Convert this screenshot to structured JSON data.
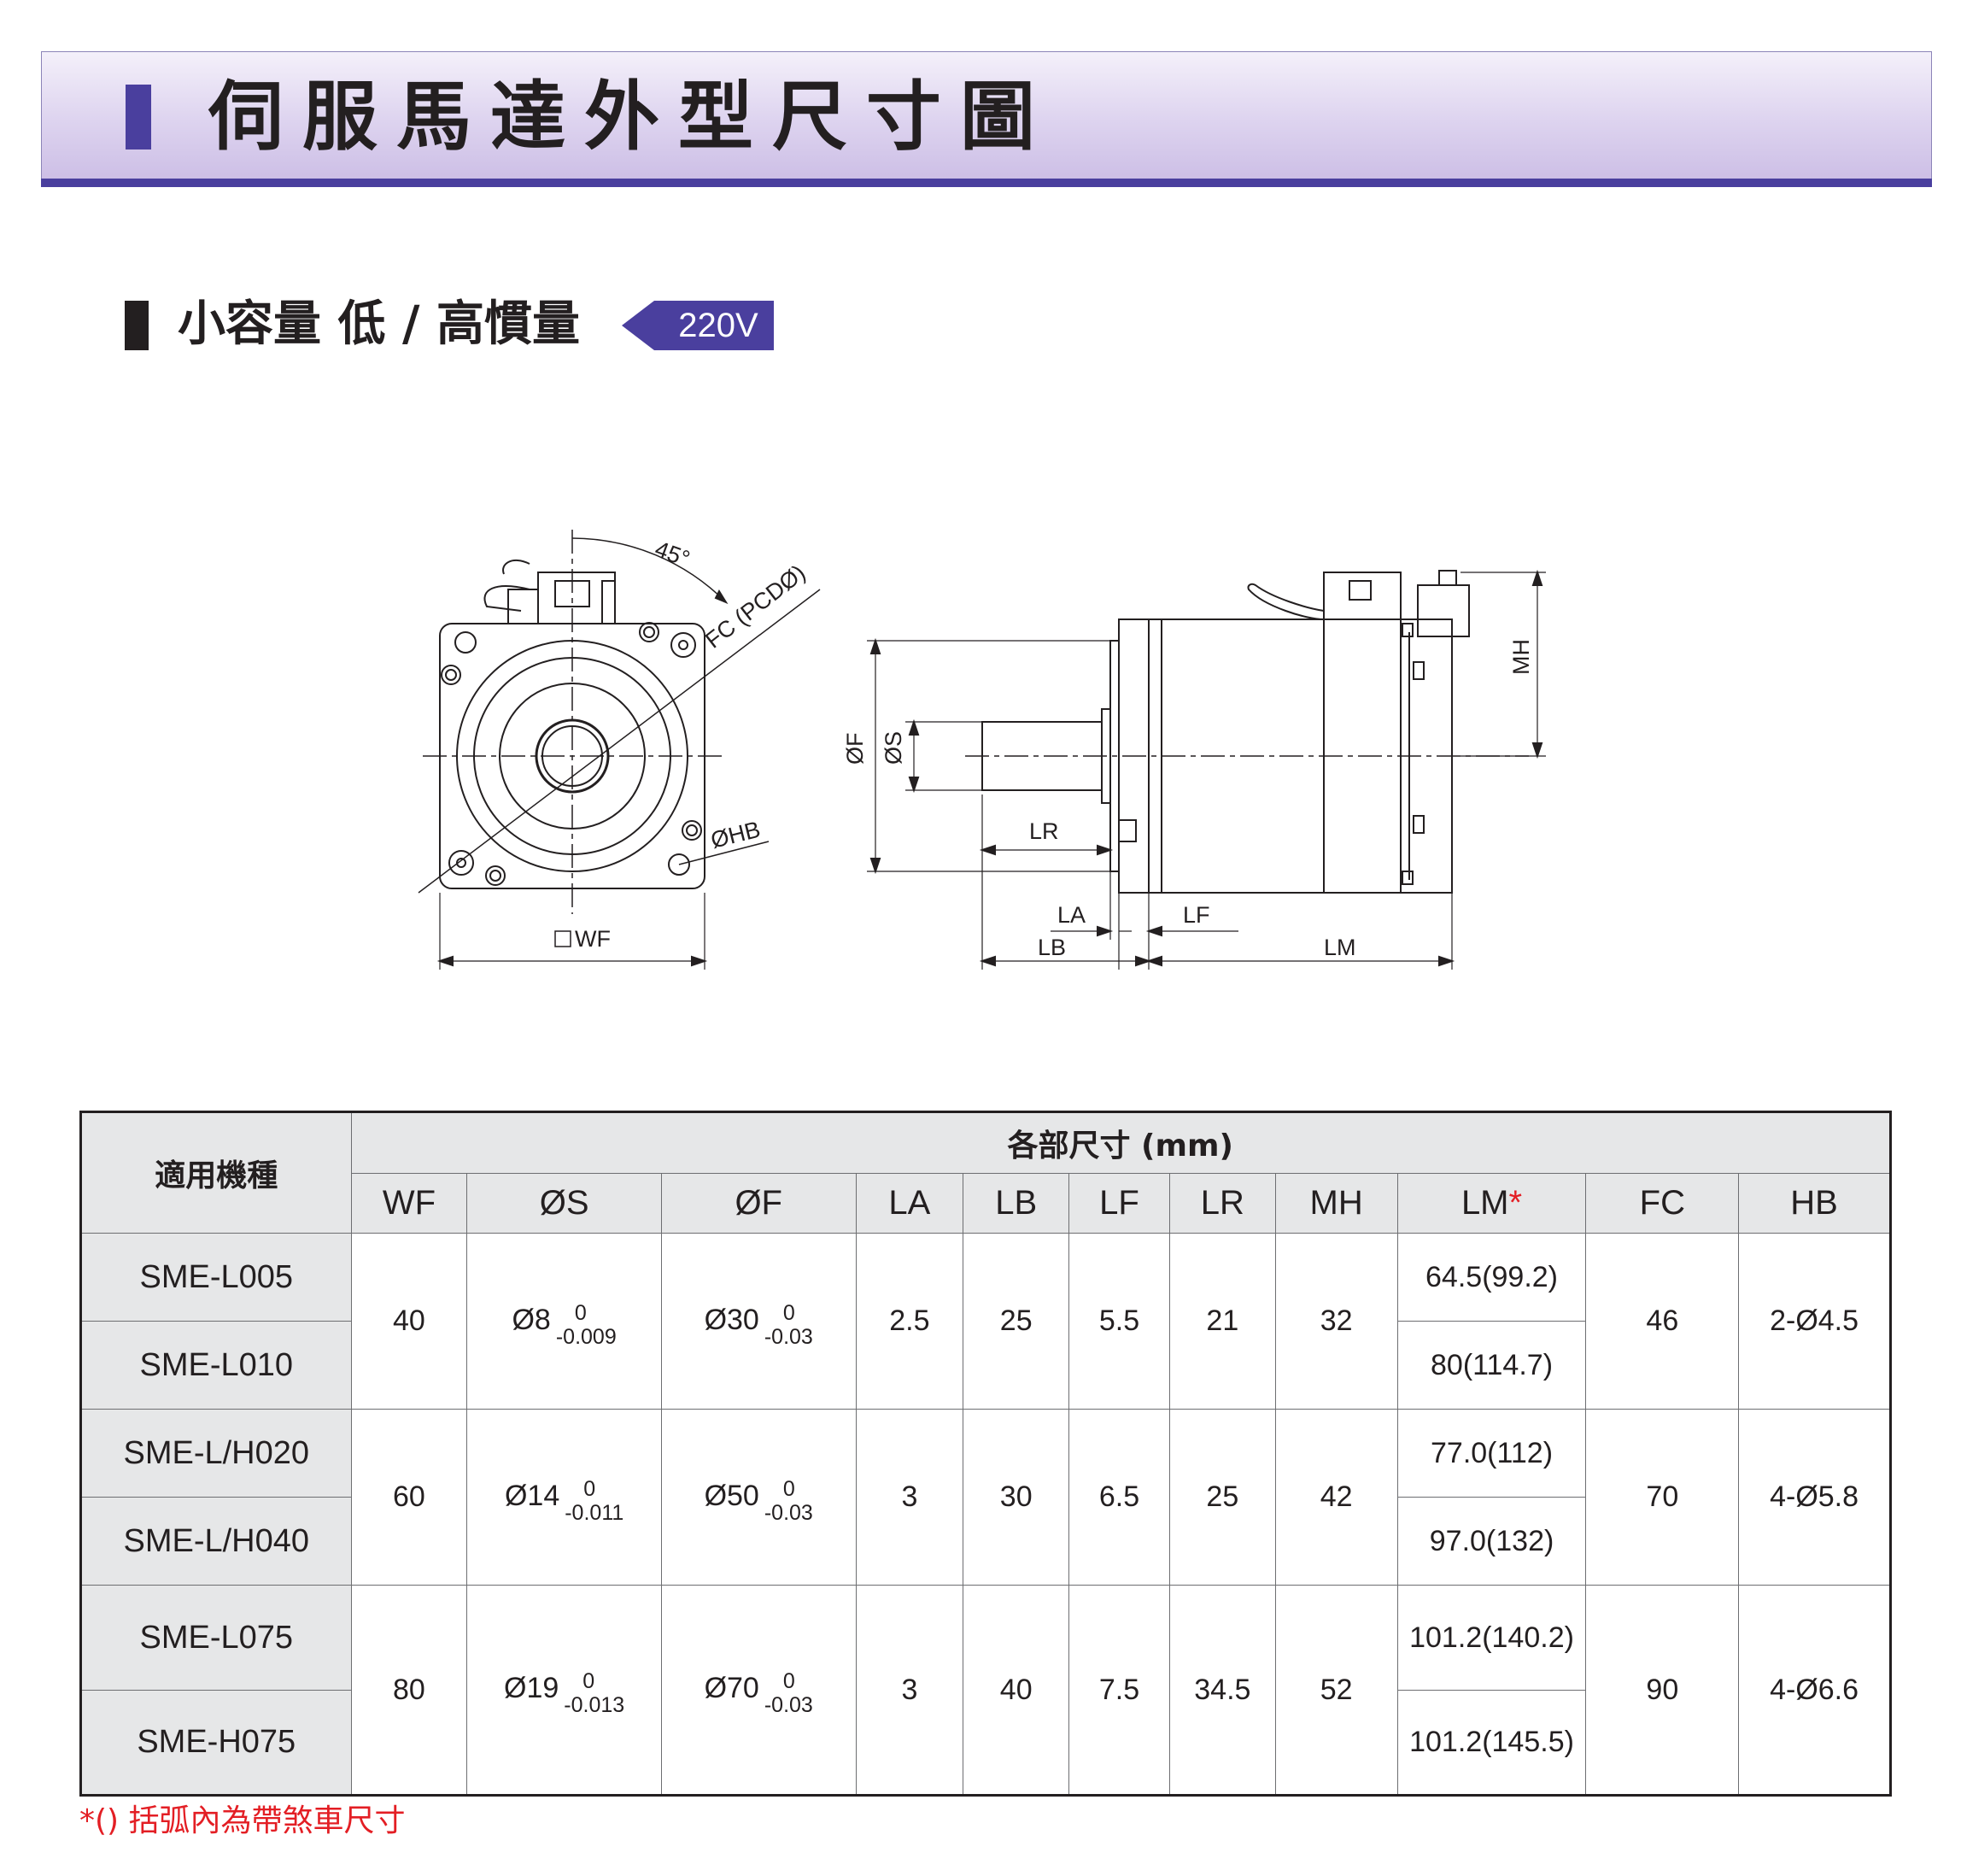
{
  "header": {
    "title": "伺服馬達外型尺寸圖"
  },
  "section": {
    "title": "小容量 低 / 高慣量",
    "voltage": "220V"
  },
  "drawing": {
    "front_labels": {
      "angle": "45°",
      "fc": "FC (PCDØ)",
      "hb": "ØHB",
      "wf": "WF"
    },
    "side_labels": {
      "f": "ØF",
      "s": "ØS",
      "mh": "MH",
      "lr": "LR",
      "la": "LA",
      "lf": "LF",
      "lb": "LB",
      "lm": "LM"
    }
  },
  "table": {
    "model_header": "適用機種",
    "group_header": "各部尺寸 (mm)",
    "columns": [
      "WF",
      "ØS",
      "ØF",
      "LA",
      "LB",
      "LF",
      "LR",
      "MH",
      "LM",
      "FC",
      "HB"
    ],
    "lm_mark": "*",
    "groups": [
      {
        "models": [
          "SME-L005",
          "SME-L010"
        ],
        "wf": "40",
        "s": {
          "base": "Ø8",
          "upper": "0",
          "lower": "-0.009"
        },
        "f": {
          "base": "Ø30",
          "upper": "0",
          "lower": "-0.03"
        },
        "la": "2.5",
        "lb": "25",
        "lf": "5.5",
        "lr": "21",
        "mh": "32",
        "lm": [
          "64.5(99.2)",
          "80(114.7)"
        ],
        "fc": "46",
        "hb": "2-Ø4.5"
      },
      {
        "models": [
          "SME-L/H020",
          "SME-L/H040"
        ],
        "wf": "60",
        "s": {
          "base": "Ø14",
          "upper": "0",
          "lower": "-0.011"
        },
        "f": {
          "base": "Ø50",
          "upper": "0",
          "lower": "-0.03"
        },
        "la": "3",
        "lb": "30",
        "lf": "6.5",
        "lr": "25",
        "mh": "42",
        "lm": [
          "77.0(112)",
          "97.0(132)"
        ],
        "fc": "70",
        "hb": "4-Ø5.8"
      },
      {
        "models": [
          "SME-L075",
          "SME-H075"
        ],
        "wf": "80",
        "s": {
          "base": "Ø19",
          "upper": "0",
          "lower": "-0.013"
        },
        "f": {
          "base": "Ø70",
          "upper": "0",
          "lower": "-0.03"
        },
        "la": "3",
        "lb": "40",
        "lf": "7.5",
        "lr": "34.5",
        "mh": "52",
        "lm": [
          "101.2(140.2)",
          "101.2(145.5)"
        ],
        "fc": "90",
        "hb": "4-Ø6.6"
      }
    ]
  },
  "footnote": "*() 括弧內為帶煞車尺寸",
  "colors": {
    "accent": "#4a3f9e",
    "header_bg": "#ddd3ef",
    "table_header_bg": "#e6e7e8",
    "note": "#e31e24"
  }
}
